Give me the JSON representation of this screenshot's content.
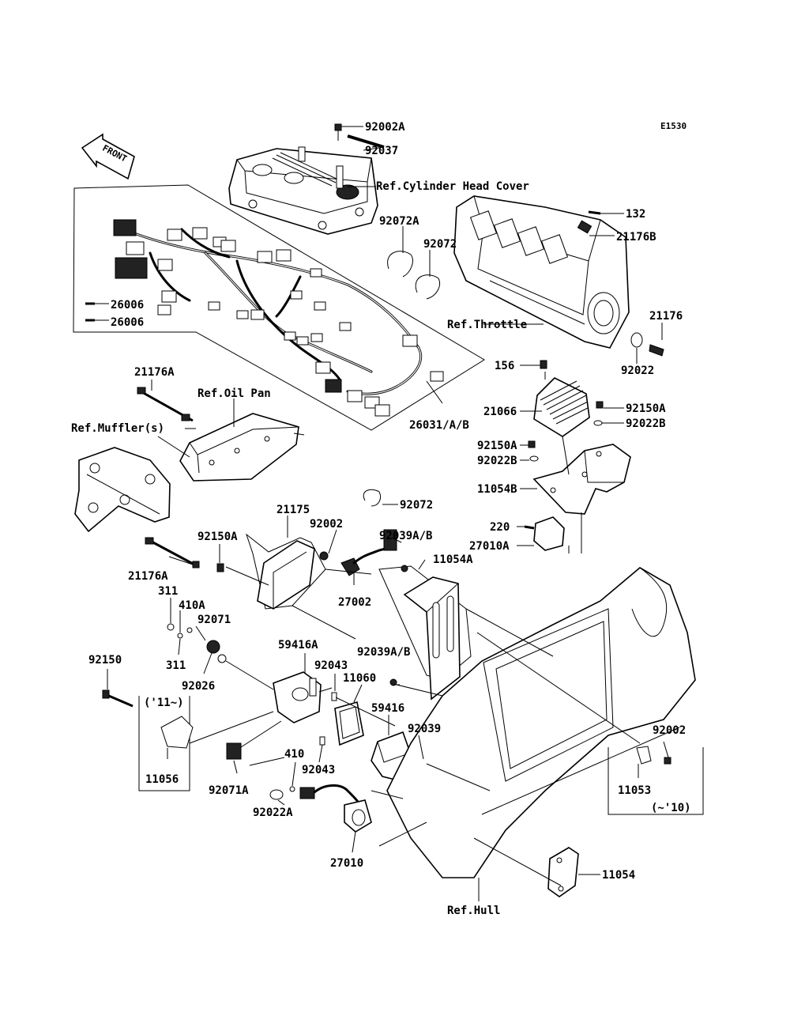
{
  "diagram_code": "E1530",
  "front_label": "FRONT",
  "refs": {
    "cylinder_head_cover": "Ref.Cylinder Head Cover",
    "throttle": "Ref.Throttle",
    "oil_pan": "Ref.Oil Pan",
    "mufflers": "Ref.Muffler(s)",
    "hull": "Ref.Hull"
  },
  "parts": {
    "p92002A": "92002A",
    "p92037": "92037",
    "p92072A": "92072A",
    "p92072_top": "92072",
    "p132": "132",
    "p21176B": "21176B",
    "p21176": "21176",
    "p92022": "92022",
    "p26006_a": "26006",
    "p26006_b": "26006",
    "p156": "156",
    "p21066": "21066",
    "p92150A_right": "92150A",
    "p92022B_right": "92022B",
    "p92150A_mid": "92150A",
    "p92022B_mid": "92022B",
    "p11054B": "11054B",
    "p21176A_top": "21176A",
    "p26031": "26031/A/B",
    "p92072_mid": "92072",
    "p21175": "21175",
    "p92002_mid": "92002",
    "p92039AB_top": "92039A/B",
    "p220": "220",
    "p27010A": "27010A",
    "p92150A_left": "92150A",
    "p11054A": "11054A",
    "p21176A_bottom": "21176A",
    "p27002": "27002",
    "p311_a": "311",
    "p410A": "410A",
    "p92071": "92071",
    "p311_b": "311",
    "p92026": "92026",
    "p59416A": "59416A",
    "p92043_top": "92043",
    "p11060": "11060",
    "p92039AB_bottom": "92039A/B",
    "p92150": "92150",
    "p11_note": "('11~)",
    "p59416": "59416",
    "p92039": "92039",
    "p92002_right": "92002",
    "p410": "410",
    "p92043_bottom": "92043",
    "p11056": "11056",
    "p92071A": "92071A",
    "p92022A": "92022A",
    "p11053": "11053",
    "p10_note": "(~'10)",
    "p27010": "27010",
    "p11054": "11054"
  }
}
